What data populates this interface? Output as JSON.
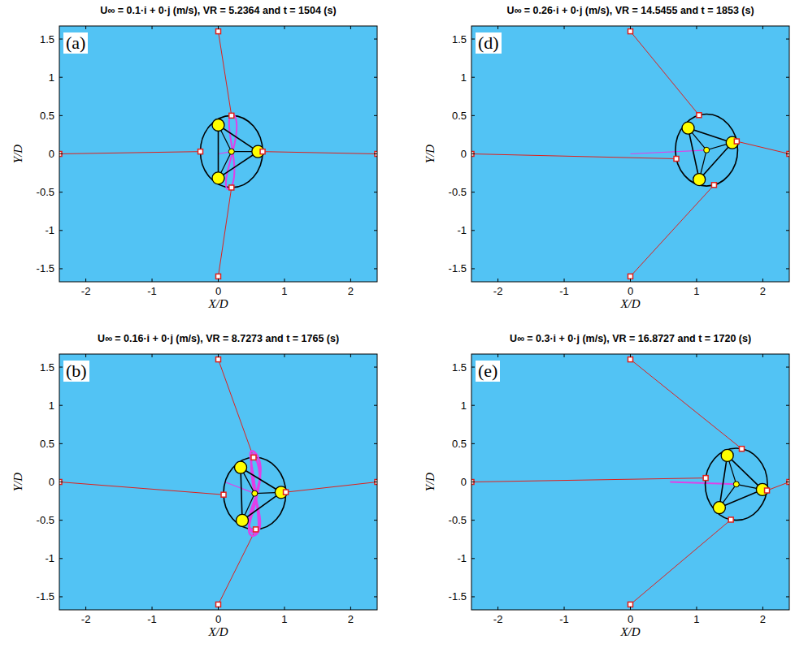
{
  "diagram": {
    "labels": [
      "U∞ = 0.1·i + 0·j (m/s), VR = 5.2364 and t = 1504 (s)",
      "(a)",
      "1.5",
      "1",
      "0.5",
      "0",
      "-0.5",
      "-1",
      "-1.5",
      "-2",
      "-1",
      "0",
      "1",
      "2",
      "X/D",
      "Y/D",
      "U∞ = 0.26·i + 0·j (m/s), VR = 14.5455 and t = 1853 (s)",
      "(d)",
      "1.5",
      "1",
      "0.5",
      "0",
      "-0.5",
      "-1",
      "-1.5",
      "-2",
      "-1",
      "0",
      "1",
      "2",
      "X/D",
      "Y/D",
      "U∞ = 0.16·i + 0·j (m/s), VR = 8.7273 and t = 1765 (s)",
      "(b)",
      "1.5",
      "1",
      "0.5",
      "0",
      "-0.5",
      "-1",
      "-1.5",
      "-2",
      "-1",
      "0",
      "1",
      "2",
      "X/D",
      "Y/D",
      "U∞ = 0.3·i + 0·j (m/s), VR = 16.8727 and t = 1720 (s)",
      "(e)",
      "1.5",
      "1",
      "0.5",
      "0",
      "-0.5",
      "-1",
      "-1.5",
      "-2",
      "-1",
      "0",
      "1",
      "2",
      "X/D",
      "Y/D"
    ]
  }
}
